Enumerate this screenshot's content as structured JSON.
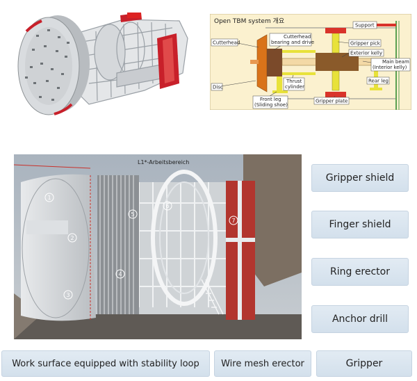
{
  "schematic": {
    "title": "Open TBM system 개요",
    "labels": {
      "support": "Support",
      "cutterhead": "Cutterhead",
      "bearing_line1": "Cutterhead",
      "bearing_line2": "bearing and drive",
      "gripper_pick": "Gripper pick",
      "exterior_kelly": "Exterior kelly",
      "main_beam_line1": "Main beam",
      "main_beam_line2": "(Interior kelly)",
      "disc": "Disc",
      "thrust_line1": "Thrust",
      "thrust_line2": "cylinder",
      "rear_leg": "Rear leg",
      "front_leg_line1": "Front leg",
      "front_leg_line2": "(Sliding shoe)",
      "gripper_plate": "Gripper plate"
    }
  },
  "photo": {
    "area_label": "L1*-Arbeitsbereich",
    "markers": [
      "1",
      "2",
      "3",
      "4",
      "5",
      "6",
      "7"
    ]
  },
  "legend": {
    "gripper_shield": "Gripper shield",
    "finger_shield": "Finger shield",
    "ring_erector": "Ring erector",
    "anchor_drill": "Anchor drill",
    "work_surface": "Work surface equipped with stability loop",
    "wire_mesh": "Wire mesh erector",
    "gripper": "Gripper"
  }
}
